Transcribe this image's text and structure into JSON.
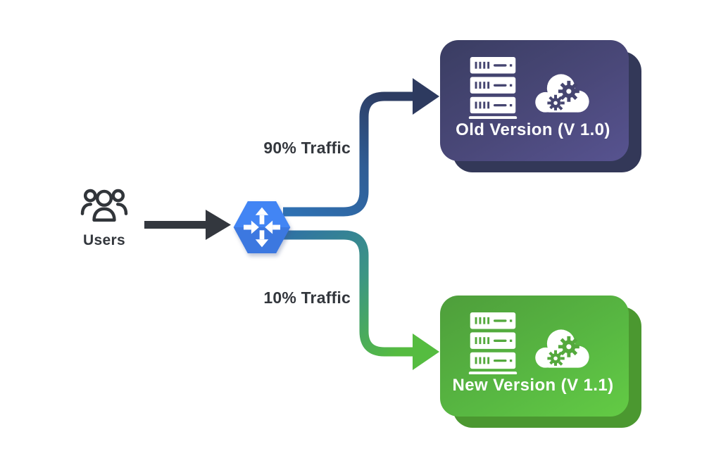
{
  "diagram": {
    "title": "traffic-splitting deployment diagram",
    "source": {
      "label": "Users",
      "icon": "users-group-icon",
      "text_color": "#33373d"
    },
    "router": {
      "name": "load balancer",
      "icon": "load-balancer-icon",
      "hex_color": "#4285f4"
    },
    "edges": [
      {
        "label": "90% Traffic",
        "target": "Old Version (V 1.0)",
        "color_start": "#2f72b4",
        "color_end": "#2d3c62"
      },
      {
        "label": "10% Traffic",
        "target": "New Version (V 1.1)",
        "color_start": "#2f72a4",
        "color_end": "#55bb40"
      }
    ],
    "targets": [
      {
        "title": "Old Version (V 1.0)",
        "theme": "navy",
        "gradient": [
          "#3a3d62",
          "#575390"
        ],
        "shadow": "#333858",
        "icons": [
          "server-rack-icon",
          "cloud-gears-icon"
        ]
      },
      {
        "title": "New Version (V 1.1)",
        "theme": "green",
        "gradient": [
          "#4e9e3b",
          "#63cb45"
        ],
        "shadow": "#4b9830",
        "icons": [
          "server-rack-icon",
          "cloud-gears-icon"
        ]
      }
    ],
    "input_arrow_color": "#33373e",
    "background": "#ffffff"
  }
}
